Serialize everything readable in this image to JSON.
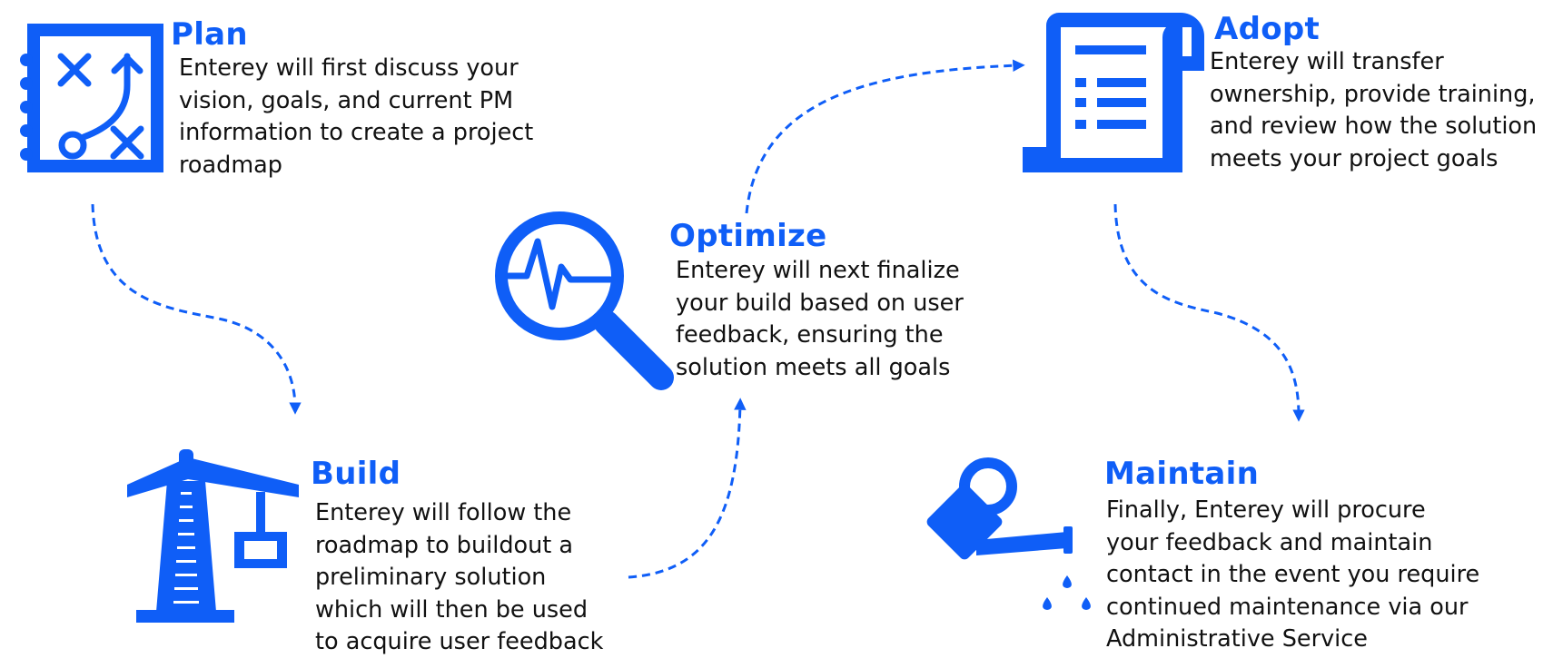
{
  "colors": {
    "accent": "#0F5EF7",
    "text": "#111111",
    "background": "#FFFFFF"
  },
  "steps": [
    {
      "id": "plan",
      "icon": "roadmap-icon",
      "title": "Plan",
      "lines": [
        "Enterey will first discuss your",
        "vision, goals, and current PM",
        "information to create a project",
        "roadmap"
      ]
    },
    {
      "id": "build",
      "icon": "crane-icon",
      "title": "Build",
      "lines": [
        "Enterey will follow the",
        "roadmap to buildout a",
        "preliminary solution",
        "which will then be used",
        "to acquire user feedback"
      ]
    },
    {
      "id": "optimize",
      "icon": "magnifier-pulse-icon",
      "title": "Optimize",
      "lines": [
        "Enterey will next finalize",
        "your build based on user",
        "feedback, ensuring the",
        "solution meets all goals"
      ]
    },
    {
      "id": "adopt",
      "icon": "document-scroll-icon",
      "title": "Adopt",
      "lines": [
        "Enterey will transfer",
        "ownership, provide training,",
        "and review how the solution",
        "meets your project goals"
      ]
    },
    {
      "id": "maintain",
      "icon": "watering-can-icon",
      "title": "Maintain",
      "lines": [
        "Finally, Enterey will procure",
        "your feedback and maintain",
        "contact in the event you require",
        "continued maintenance via our",
        "Administrative Service"
      ]
    }
  ],
  "connectors": [
    {
      "from": "plan",
      "to": "build",
      "style": "dashed-arrow"
    },
    {
      "from": "build",
      "to": "optimize",
      "style": "dashed-arrow"
    },
    {
      "from": "optimize",
      "to": "adopt",
      "style": "dashed-arrow"
    },
    {
      "from": "adopt",
      "to": "maintain",
      "style": "dashed-arrow"
    }
  ]
}
